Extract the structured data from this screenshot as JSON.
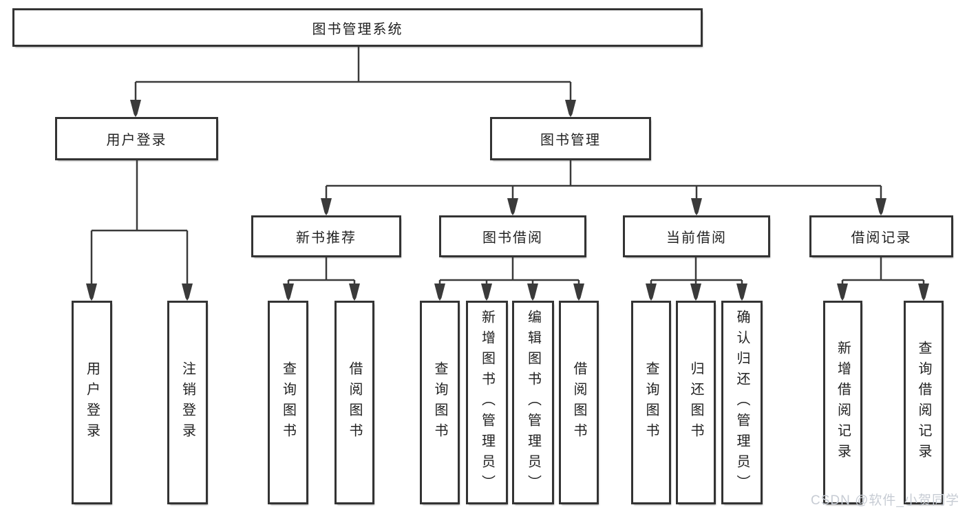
{
  "root": {
    "label": "图书管理系统"
  },
  "level2": [
    {
      "label": "用户登录"
    },
    {
      "label": "图书管理"
    }
  ],
  "level3": [
    {
      "label": "新书推荐",
      "parent": "图书管理"
    },
    {
      "label": "图书借阅",
      "parent": "图书管理"
    },
    {
      "label": "当前借阅",
      "parent": "图书管理"
    },
    {
      "label": "借阅记录",
      "parent": "图书管理"
    }
  ],
  "leaves": [
    {
      "label": "用户登录",
      "parent": "用户登录"
    },
    {
      "label": "注销登录",
      "parent": "用户登录"
    },
    {
      "label": "查询图书",
      "parent": "新书推荐"
    },
    {
      "label": "借阅图书",
      "parent": "新书推荐"
    },
    {
      "label": "查询图书",
      "parent": "图书借阅"
    },
    {
      "label": "新增图书（管理员）",
      "parent": "图书借阅"
    },
    {
      "label": "编辑图书（管理员）",
      "parent": "图书借阅"
    },
    {
      "label": "借阅图书",
      "parent": "图书借阅"
    },
    {
      "label": "查询图书",
      "parent": "当前借阅"
    },
    {
      "label": "归还图书",
      "parent": "当前借阅"
    },
    {
      "label": "确认归还（管理员）",
      "parent": "当前借阅"
    },
    {
      "label": "新增借阅记录",
      "parent": "借阅记录"
    },
    {
      "label": "查询借阅记录",
      "parent": "借阅记录"
    }
  ],
  "watermark": {
    "text": "CSDN @软件_小贺同学",
    "color": "#c7ccd4"
  },
  "colors": {
    "line": "#3a3a3a",
    "border": "#333333",
    "text": "#222222",
    "background": "#ffffff"
  }
}
